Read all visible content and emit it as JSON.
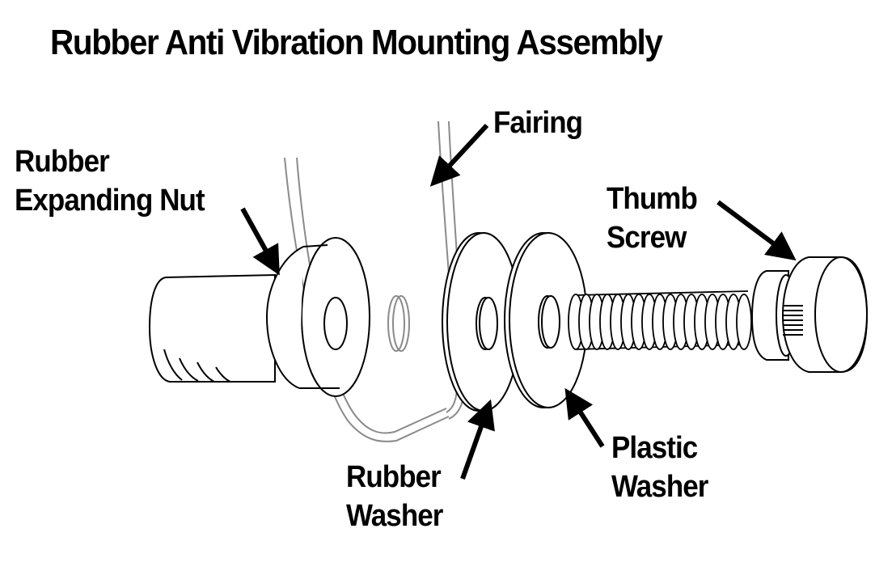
{
  "title": "Rubber Anti Vibration Mounting Assembly",
  "labels": {
    "fairing": "Fairing",
    "rubber_expanding_nut": [
      "Rubber",
      "Expanding Nut"
    ],
    "thumb_screw": [
      "Thumb",
      "Screw"
    ],
    "rubber_washer": [
      "Rubber",
      "Washer"
    ],
    "plastic_washer": [
      "Plastic",
      "Washer"
    ]
  },
  "colors": {
    "outline": "#000000",
    "fairing_outline": "#8a8a8a",
    "background": "#ffffff"
  }
}
